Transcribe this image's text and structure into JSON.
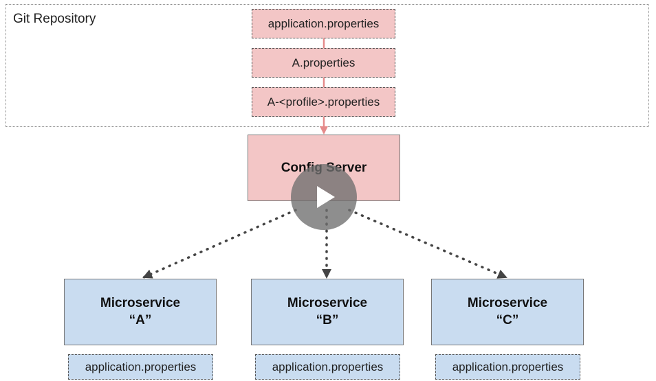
{
  "repository": {
    "label": "Git Repository",
    "files": [
      "application.properties",
      "A.properties",
      "A-<profile>.properties"
    ]
  },
  "config_server": {
    "label": "Config Server"
  },
  "microservices": [
    {
      "name": "Microservice",
      "id": "“A”",
      "file": "application.properties"
    },
    {
      "name": "Microservice",
      "id": "“B”",
      "file": "application.properties"
    },
    {
      "name": "Microservice",
      "id": "“C”",
      "file": "application.properties"
    }
  ],
  "colors": {
    "config_fill": "#f3c6c6",
    "service_fill": "#c9dcf0",
    "repo_arrow": "#e58b8b",
    "dotted_arrow": "#444444"
  },
  "overlay": {
    "icon": "play-icon"
  }
}
